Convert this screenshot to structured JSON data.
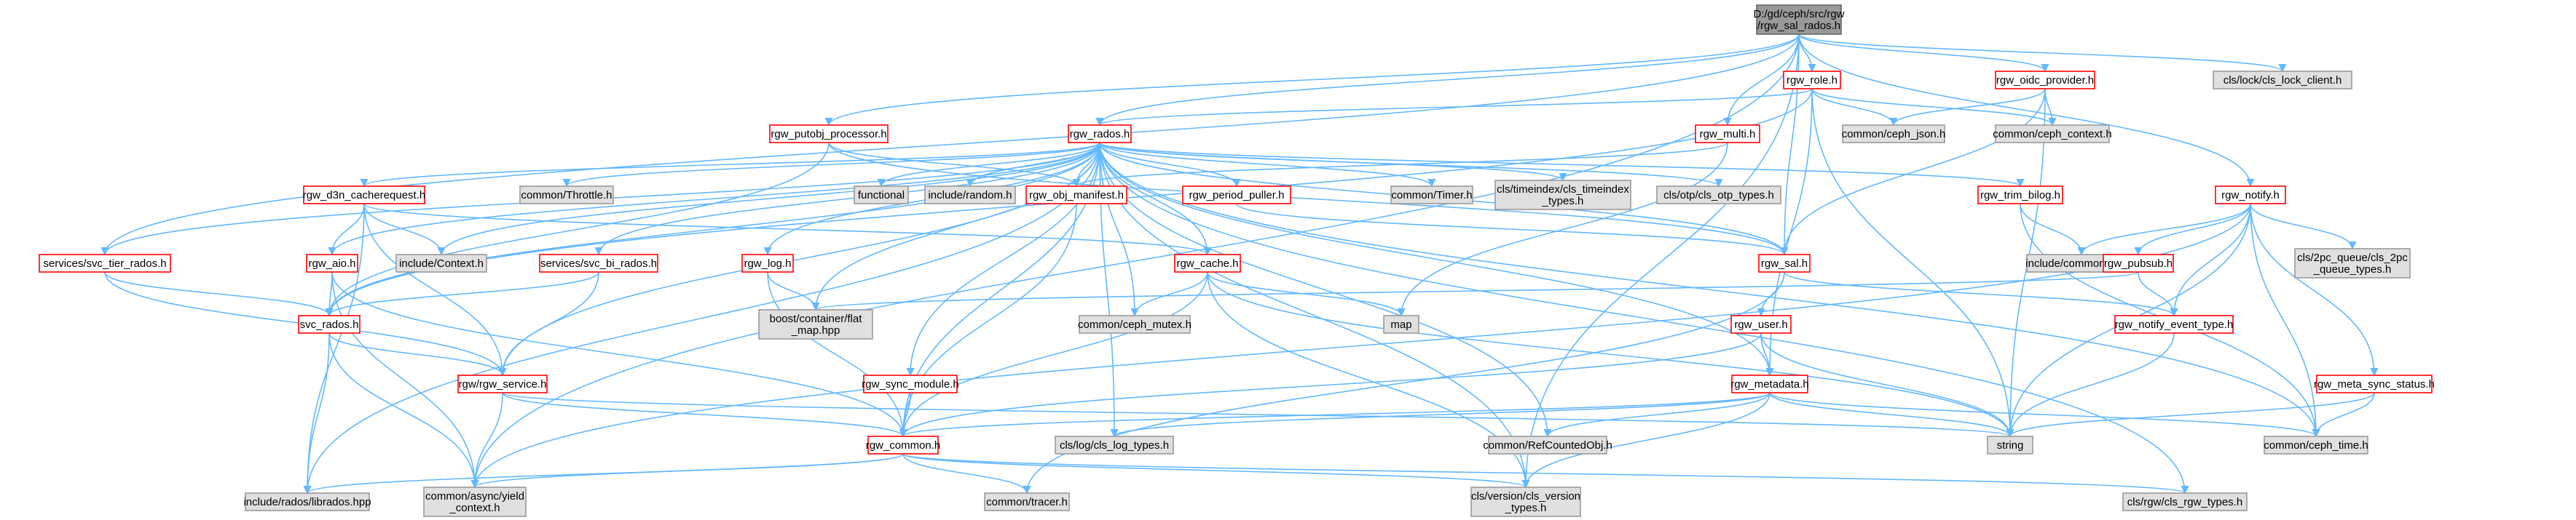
{
  "colors": {
    "edge": "#63b8ff",
    "root_fill": "#999999",
    "root_stroke": "#666666",
    "normal_stroke": "#ff0000",
    "normal_fill": "#ffffff",
    "external_fill": "#e0e0e0",
    "external_stroke": "#999999"
  },
  "nodes": [
    {
      "id": "root",
      "label": [
        "D:/gd/ceph/src/rgw",
        "/rgw_sal_rados.h"
      ],
      "kind": "root"
    },
    {
      "id": "rgw_role",
      "label": [
        "rgw_role.h"
      ],
      "kind": "normal"
    },
    {
      "id": "rgw_oidc",
      "label": [
        "rgw_oidc_provider.h"
      ],
      "kind": "normal"
    },
    {
      "id": "cls_lock",
      "label": [
        "cls/lock/cls_lock_client.h"
      ],
      "kind": "external"
    },
    {
      "id": "rgw_putobj",
      "label": [
        "rgw_putobj_processor.h"
      ],
      "kind": "normal"
    },
    {
      "id": "rgw_multi",
      "label": [
        "rgw_multi.h"
      ],
      "kind": "normal"
    },
    {
      "id": "ceph_json",
      "label": [
        "common/ceph_json.h"
      ],
      "kind": "external"
    },
    {
      "id": "ceph_context",
      "label": [
        "common/ceph_context.h"
      ],
      "kind": "external"
    },
    {
      "id": "rgw_rados",
      "label": [
        "rgw_rados.h"
      ],
      "kind": "normal"
    },
    {
      "id": "rgw_notify",
      "label": [
        "rgw_notify.h"
      ],
      "kind": "normal"
    },
    {
      "id": "d3n",
      "label": [
        "rgw_d3n_cacherequest.h"
      ],
      "kind": "normal"
    },
    {
      "id": "throttle",
      "label": [
        "common/Throttle.h"
      ],
      "kind": "external"
    },
    {
      "id": "functional",
      "label": [
        "functional"
      ],
      "kind": "external"
    },
    {
      "id": "inc_random",
      "label": [
        "include/random.h"
      ],
      "kind": "external"
    },
    {
      "id": "obj_manifest",
      "label": [
        "rgw_obj_manifest.h"
      ],
      "kind": "normal"
    },
    {
      "id": "period_puller",
      "label": [
        "rgw_period_puller.h"
      ],
      "kind": "normal"
    },
    {
      "id": "timer",
      "label": [
        "common/Timer.h"
      ],
      "kind": "external"
    },
    {
      "id": "timeindex",
      "label": [
        "cls/timeindex/cls_timeindex",
        "_types.h"
      ],
      "kind": "external"
    },
    {
      "id": "otp",
      "label": [
        "cls/otp/cls_otp_types.h"
      ],
      "kind": "external"
    },
    {
      "id": "trim_bilog",
      "label": [
        "rgw_trim_bilog.h"
      ],
      "kind": "normal"
    },
    {
      "id": "svc_tier",
      "label": [
        "services/svc_tier_rados.h"
      ],
      "kind": "normal"
    },
    {
      "id": "rgw_aio",
      "label": [
        "rgw_aio.h"
      ],
      "kind": "normal"
    },
    {
      "id": "inc_context",
      "label": [
        "include/Context.h"
      ],
      "kind": "external"
    },
    {
      "id": "svc_bi",
      "label": [
        "services/svc_bi_rados.h"
      ],
      "kind": "normal"
    },
    {
      "id": "rgw_log",
      "label": [
        "rgw_log.h"
      ],
      "kind": "normal"
    },
    {
      "id": "rgw_cache",
      "label": [
        "rgw_cache.h"
      ],
      "kind": "normal"
    },
    {
      "id": "rgw_sal",
      "label": [
        "rgw_sal.h"
      ],
      "kind": "normal"
    },
    {
      "id": "inc_fwd",
      "label": [
        "include/common_fwd.h"
      ],
      "kind": "external"
    },
    {
      "id": "rgw_pubsub",
      "label": [
        "rgw_pubsub.h"
      ],
      "kind": "normal"
    },
    {
      "id": "cls_2pc",
      "label": [
        "cls/2pc_queue/cls_2pc",
        "_queue_types.h"
      ],
      "kind": "external"
    },
    {
      "id": "svc_rados",
      "label": [
        "svc_rados.h"
      ],
      "kind": "normal"
    },
    {
      "id": "flat_map",
      "label": [
        "boost/container/flat",
        "_map.hpp"
      ],
      "kind": "external"
    },
    {
      "id": "ceph_mutex",
      "label": [
        "common/ceph_mutex.h"
      ],
      "kind": "external"
    },
    {
      "id": "map",
      "label": [
        "map"
      ],
      "kind": "external"
    },
    {
      "id": "rgw_user",
      "label": [
        "rgw_user.h"
      ],
      "kind": "normal"
    },
    {
      "id": "notify_event",
      "label": [
        "rgw_notify_event_type.h"
      ],
      "kind": "normal"
    },
    {
      "id": "rgw_service",
      "label": [
        "rgw/rgw_service.h"
      ],
      "kind": "normal"
    },
    {
      "id": "sync_module",
      "label": [
        "rgw_sync_module.h"
      ],
      "kind": "normal"
    },
    {
      "id": "rgw_metadata",
      "label": [
        "rgw_metadata.h"
      ],
      "kind": "normal"
    },
    {
      "id": "meta_sync",
      "label": [
        "rgw_meta_sync_status.h"
      ],
      "kind": "normal"
    },
    {
      "id": "rgw_common",
      "label": [
        "rgw_common.h"
      ],
      "kind": "normal"
    },
    {
      "id": "cls_log",
      "label": [
        "cls/log/cls_log_types.h"
      ],
      "kind": "external"
    },
    {
      "id": "refcounted",
      "label": [
        "common/RefCountedObj.h"
      ],
      "kind": "external"
    },
    {
      "id": "string",
      "label": [
        "string"
      ],
      "kind": "external"
    },
    {
      "id": "ceph_time",
      "label": [
        "common/ceph_time.h"
      ],
      "kind": "external"
    },
    {
      "id": "librados",
      "label": [
        "include/rados/librados.hpp"
      ],
      "kind": "external"
    },
    {
      "id": "async_yield",
      "label": [
        "common/async/yield",
        "_context.h"
      ],
      "kind": "external"
    },
    {
      "id": "tracer",
      "label": [
        "common/tracer.h"
      ],
      "kind": "external"
    },
    {
      "id": "cls_version",
      "label": [
        "cls/version/cls_version",
        "_types.h"
      ],
      "kind": "external"
    },
    {
      "id": "cls_rgw_types",
      "label": [
        "cls/rgw/cls_rgw_types.h"
      ],
      "kind": "external"
    }
  ],
  "edges": [
    [
      "root",
      "rgw_role"
    ],
    [
      "root",
      "rgw_oidc"
    ],
    [
      "root",
      "cls_lock"
    ],
    [
      "root",
      "rgw_putobj"
    ],
    [
      "root",
      "rgw_multi"
    ],
    [
      "root",
      "rgw_rados"
    ],
    [
      "root",
      "rgw_notify"
    ],
    [
      "root",
      "svc_tier"
    ],
    [
      "root",
      "rgw_sal"
    ],
    [
      "root",
      "async_yield"
    ],
    [
      "root",
      "cls_version"
    ],
    [
      "rgw_role",
      "ceph_json"
    ],
    [
      "rgw_role",
      "ceph_context"
    ],
    [
      "rgw_role",
      "rgw_rados"
    ],
    [
      "rgw_role",
      "svc_rados"
    ],
    [
      "rgw_role",
      "rgw_metadata"
    ],
    [
      "rgw_role",
      "string"
    ],
    [
      "rgw_oidc",
      "ceph_json"
    ],
    [
      "rgw_oidc",
      "ceph_context"
    ],
    [
      "rgw_oidc",
      "rgw_sal"
    ],
    [
      "rgw_oidc",
      "string"
    ],
    [
      "rgw_putobj",
      "obj_manifest"
    ],
    [
      "rgw_putobj",
      "rgw_sal"
    ],
    [
      "rgw_putobj",
      "svc_rados"
    ],
    [
      "rgw_multi",
      "obj_manifest"
    ],
    [
      "rgw_multi",
      "map"
    ],
    [
      "rgw_rados",
      "d3n"
    ],
    [
      "rgw_rados",
      "throttle"
    ],
    [
      "rgw_rados",
      "functional"
    ],
    [
      "rgw_rados",
      "inc_random"
    ],
    [
      "rgw_rados",
      "obj_manifest"
    ],
    [
      "rgw_rados",
      "period_puller"
    ],
    [
      "rgw_rados",
      "timer"
    ],
    [
      "rgw_rados",
      "timeindex"
    ],
    [
      "rgw_rados",
      "otp"
    ],
    [
      "rgw_rados",
      "trim_bilog"
    ],
    [
      "rgw_rados",
      "svc_tier"
    ],
    [
      "rgw_rados",
      "rgw_aio"
    ],
    [
      "rgw_rados",
      "inc_context"
    ],
    [
      "rgw_rados",
      "svc_bi"
    ],
    [
      "rgw_rados",
      "rgw_log"
    ],
    [
      "rgw_rados",
      "rgw_cache"
    ],
    [
      "rgw_rados",
      "rgw_sal"
    ],
    [
      "rgw_rados",
      "svc_rados"
    ],
    [
      "rgw_rados",
      "flat_map"
    ],
    [
      "rgw_rados",
      "ceph_mutex"
    ],
    [
      "rgw_rados",
      "rgw_service"
    ],
    [
      "rgw_rados",
      "sync_module"
    ],
    [
      "rgw_rados",
      "rgw_metadata"
    ],
    [
      "rgw_rados",
      "rgw_common"
    ],
    [
      "rgw_rados",
      "cls_log"
    ],
    [
      "rgw_rados",
      "refcounted"
    ],
    [
      "rgw_rados",
      "librados"
    ],
    [
      "rgw_rados",
      "ceph_time"
    ],
    [
      "rgw_rados",
      "cls_version"
    ],
    [
      "rgw_rados",
      "cls_rgw_types"
    ],
    [
      "d3n",
      "rgw_aio"
    ],
    [
      "d3n",
      "inc_context"
    ],
    [
      "d3n",
      "rgw_cache"
    ],
    [
      "d3n",
      "librados"
    ],
    [
      "d3n",
      "rgw_service"
    ],
    [
      "obj_manifest",
      "rgw_common"
    ],
    [
      "period_puller",
      "rgw_sal"
    ],
    [
      "trim_bilog",
      "inc_fwd"
    ],
    [
      "trim_bilog",
      "ceph_time"
    ],
    [
      "svc_tier",
      "svc_rados"
    ],
    [
      "svc_tier",
      "rgw_service"
    ],
    [
      "rgw_aio",
      "svc_rados"
    ],
    [
      "rgw_aio",
      "rgw_common"
    ],
    [
      "rgw_aio",
      "async_yield"
    ],
    [
      "svc_bi",
      "svc_rados"
    ],
    [
      "svc_bi",
      "rgw_service"
    ],
    [
      "rgw_log",
      "flat_map"
    ],
    [
      "rgw_log",
      "rgw_common"
    ],
    [
      "rgw_cache",
      "ceph_mutex"
    ],
    [
      "rgw_cache",
      "map"
    ],
    [
      "rgw_cache",
      "rgw_common"
    ],
    [
      "rgw_cache",
      "string"
    ],
    [
      "rgw_cache",
      "cls_version"
    ],
    [
      "rgw_sal",
      "rgw_user"
    ],
    [
      "rgw_sal",
      "notify_event"
    ],
    [
      "rgw_sal",
      "tracer"
    ],
    [
      "rgw_notify",
      "inc_fwd"
    ],
    [
      "rgw_notify",
      "rgw_pubsub"
    ],
    [
      "rgw_notify",
      "cls_2pc"
    ],
    [
      "rgw_notify",
      "notify_event"
    ],
    [
      "rgw_notify",
      "meta_sync"
    ],
    [
      "rgw_notify",
      "string"
    ],
    [
      "rgw_notify",
      "ceph_time"
    ],
    [
      "rgw_notify",
      "async_yield"
    ],
    [
      "rgw_pubsub",
      "notify_event"
    ],
    [
      "rgw_pubsub",
      "flat_map"
    ],
    [
      "svc_rados",
      "rgw_service"
    ],
    [
      "svc_rados",
      "librados"
    ],
    [
      "svc_rados",
      "async_yield"
    ],
    [
      "rgw_user",
      "rgw_metadata"
    ],
    [
      "rgw_user",
      "rgw_common"
    ],
    [
      "rgw_user",
      "string"
    ],
    [
      "notify_event",
      "string"
    ],
    [
      "rgw_service",
      "rgw_common"
    ],
    [
      "rgw_service",
      "async_yield"
    ],
    [
      "rgw_service",
      "string"
    ],
    [
      "sync_module",
      "rgw_common"
    ],
    [
      "rgw_metadata",
      "rgw_common"
    ],
    [
      "rgw_metadata",
      "cls_log"
    ],
    [
      "rgw_metadata",
      "refcounted"
    ],
    [
      "rgw_metadata",
      "string"
    ],
    [
      "rgw_metadata",
      "ceph_time"
    ],
    [
      "rgw_metadata",
      "cls_version"
    ],
    [
      "meta_sync",
      "string"
    ],
    [
      "meta_sync",
      "ceph_time"
    ],
    [
      "rgw_common",
      "librados"
    ],
    [
      "rgw_common",
      "async_yield"
    ],
    [
      "rgw_common",
      "tracer"
    ],
    [
      "rgw_common",
      "cls_version"
    ],
    [
      "rgw_common",
      "cls_rgw_types"
    ]
  ]
}
